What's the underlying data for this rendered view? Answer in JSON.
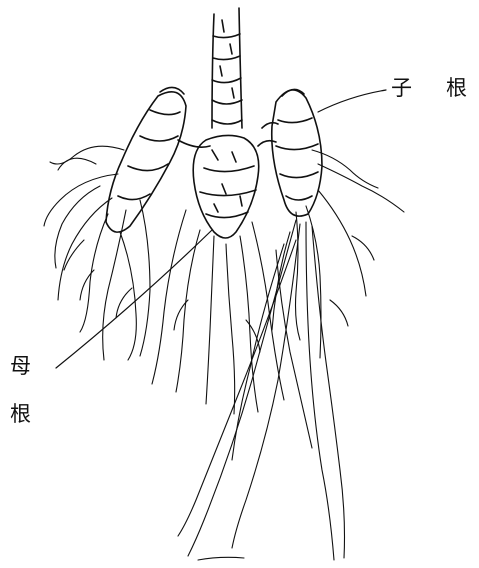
{
  "labels": {
    "child_root": [
      "子",
      "根"
    ],
    "mother_root": [
      "母",
      "根"
    ]
  },
  "colors": {
    "ink": "#111111",
    "background": "#ffffff"
  }
}
